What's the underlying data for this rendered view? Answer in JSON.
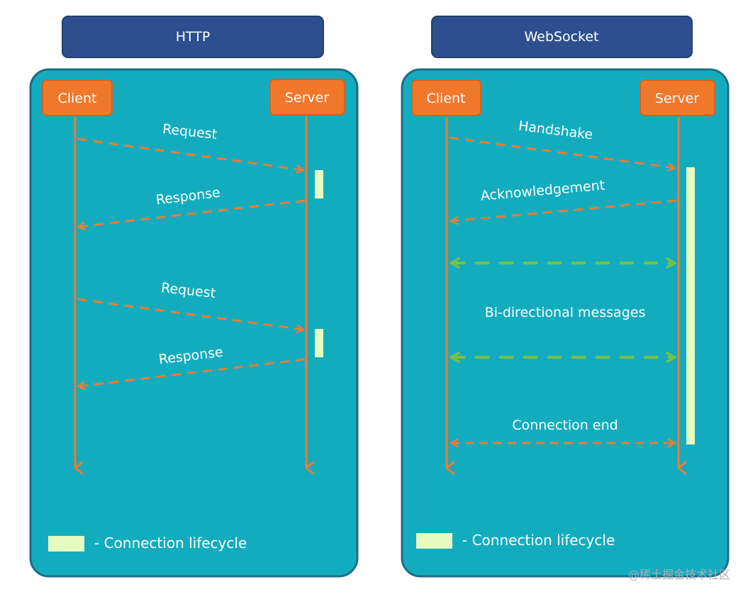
{
  "colors": {
    "title_fill": "#2d4f8f",
    "panel_fill": "#13acbf",
    "panel_border": "#1d6d86",
    "node_fill": "#f0782a",
    "lifeline": "#ec7b35",
    "green_arrow": "#78c043",
    "lifecycle": "#e6fbc0",
    "text": "#ffffff"
  },
  "http": {
    "title": "HTTP",
    "client_label": "Client",
    "server_label": "Server",
    "messages": [
      {
        "label": "Request",
        "direction": "to_server"
      },
      {
        "label": "Response",
        "direction": "to_client"
      },
      {
        "label": "Request",
        "direction": "to_server"
      },
      {
        "label": "Response",
        "direction": "to_client"
      }
    ],
    "legend": "- Connection lifecycle"
  },
  "websocket": {
    "title": "WebSocket",
    "client_label": "Client",
    "server_label": "Server",
    "messages": [
      {
        "label": "Handshake",
        "direction": "to_server"
      },
      {
        "label": "Acknowledgement",
        "direction": "to_client"
      },
      {
        "label": "Bi-directional messages",
        "direction": "both"
      },
      {
        "label": "Connection end",
        "direction": "both"
      }
    ],
    "legend": "- Connection lifecycle"
  },
  "watermark": "@稀土掘金技术社区"
}
